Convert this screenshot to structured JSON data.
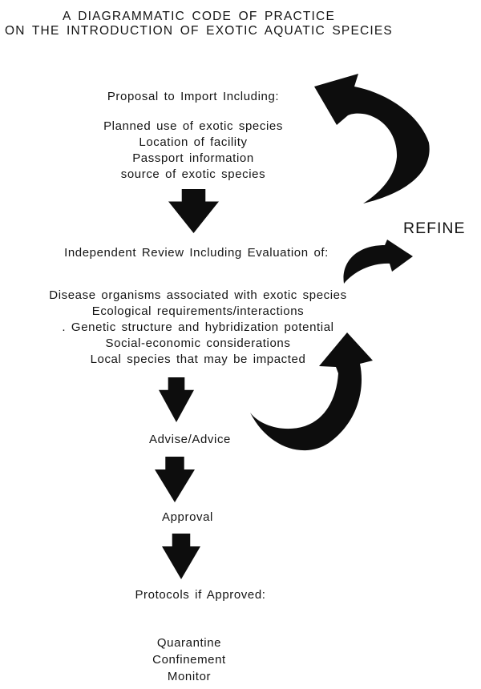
{
  "title": {
    "line1": "A DIAGRAMMATIC CODE OF PRACTICE",
    "line2": "ON THE INTRODUCTION OF EXOTIC AQUATIC SPECIES"
  },
  "flow": {
    "proposal_heading": "Proposal to Import Including:",
    "proposal_items": [
      "Planned use of exotic species",
      "Location of facility",
      "Passport information",
      "source of exotic species"
    ],
    "review_heading": "Independent Review Including Evaluation of:",
    "review_items": [
      "Disease organisms associated with exotic species",
      "Ecological requirements/interactions",
      ". Genetic structure and hybridization potential",
      "Social-economic considerations",
      "Local species that may be impacted"
    ],
    "advise_label": "Advise/Advice",
    "approval_label": "Approval",
    "protocols_heading": "Protocols if Approved:",
    "protocols_items": [
      "Quarantine",
      "Confinement",
      "Monitor"
    ],
    "refine_label": "REFINE"
  },
  "colors": {
    "ink": "#141414",
    "arrow": "#0d0d0d",
    "background": "#ffffff"
  }
}
